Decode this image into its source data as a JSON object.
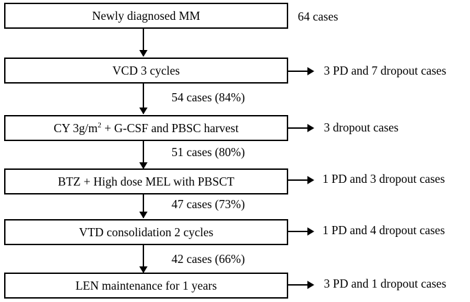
{
  "initial": {
    "label": "Newly diagnosed MM",
    "count": "64 cases"
  },
  "steps": [
    {
      "label": "VCD 3 cycles",
      "exclusion": "3 PD and 7 dropout cases",
      "remaining": "54 cases (84%)"
    },
    {
      "label_main": "CY 3g/m",
      "label_sup": "2",
      "label_rest": " + G-CSF and PBSC harvest",
      "exclusion": "3 dropout cases",
      "remaining": "51 cases (80%)"
    },
    {
      "label": "BTZ + High dose MEL with PBSCT",
      "exclusion": "1 PD and 3 dropout cases",
      "remaining": "47 cases (73%)"
    },
    {
      "label": "VTD consolidation 2 cycles",
      "exclusion": "1 PD and 4 dropout cases",
      "remaining": "42 cases (66%)"
    },
    {
      "label": "LEN maintenance for 1 years",
      "exclusion": "3 PD and 1 dropout cases"
    }
  ]
}
